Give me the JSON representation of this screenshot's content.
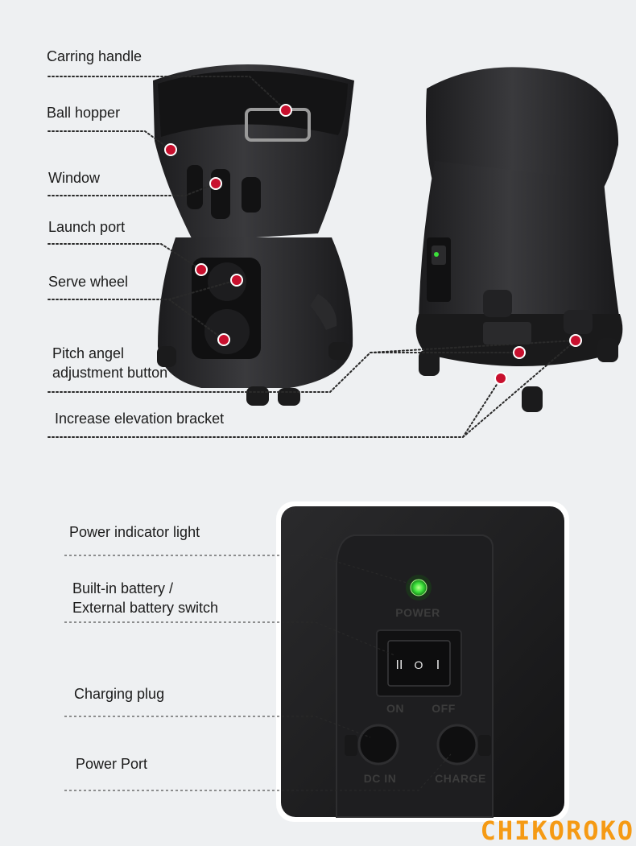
{
  "top_labels": {
    "carring_handle": "Carring handle",
    "ball_hopper": "Ball hopper",
    "window": "Window",
    "launch_port": "Launch port",
    "serve_wheel": "Serve wheel",
    "pitch_line1": "Pitch angel",
    "pitch_line2": "adjustment button",
    "increase_bracket": "Increase elevation bracket"
  },
  "bottom_labels": {
    "power_indicator": "Power indicator light",
    "battery_line1": "Built-in battery /",
    "battery_line2": "External battery switch",
    "charging_plug": "Charging plug",
    "power_port": "Power Port"
  },
  "panel": {
    "power": "POWER",
    "on": "ON",
    "off": "OFF",
    "dc_in": "DC IN",
    "charge": "CHARGE",
    "switch_marks": [
      "II",
      "O",
      "I"
    ]
  },
  "colors": {
    "background": "#eef0f2",
    "marker": "#c8102e",
    "indicator": "#3be03a",
    "brand": "#f59a14"
  },
  "brand": "CHIKOROKO"
}
